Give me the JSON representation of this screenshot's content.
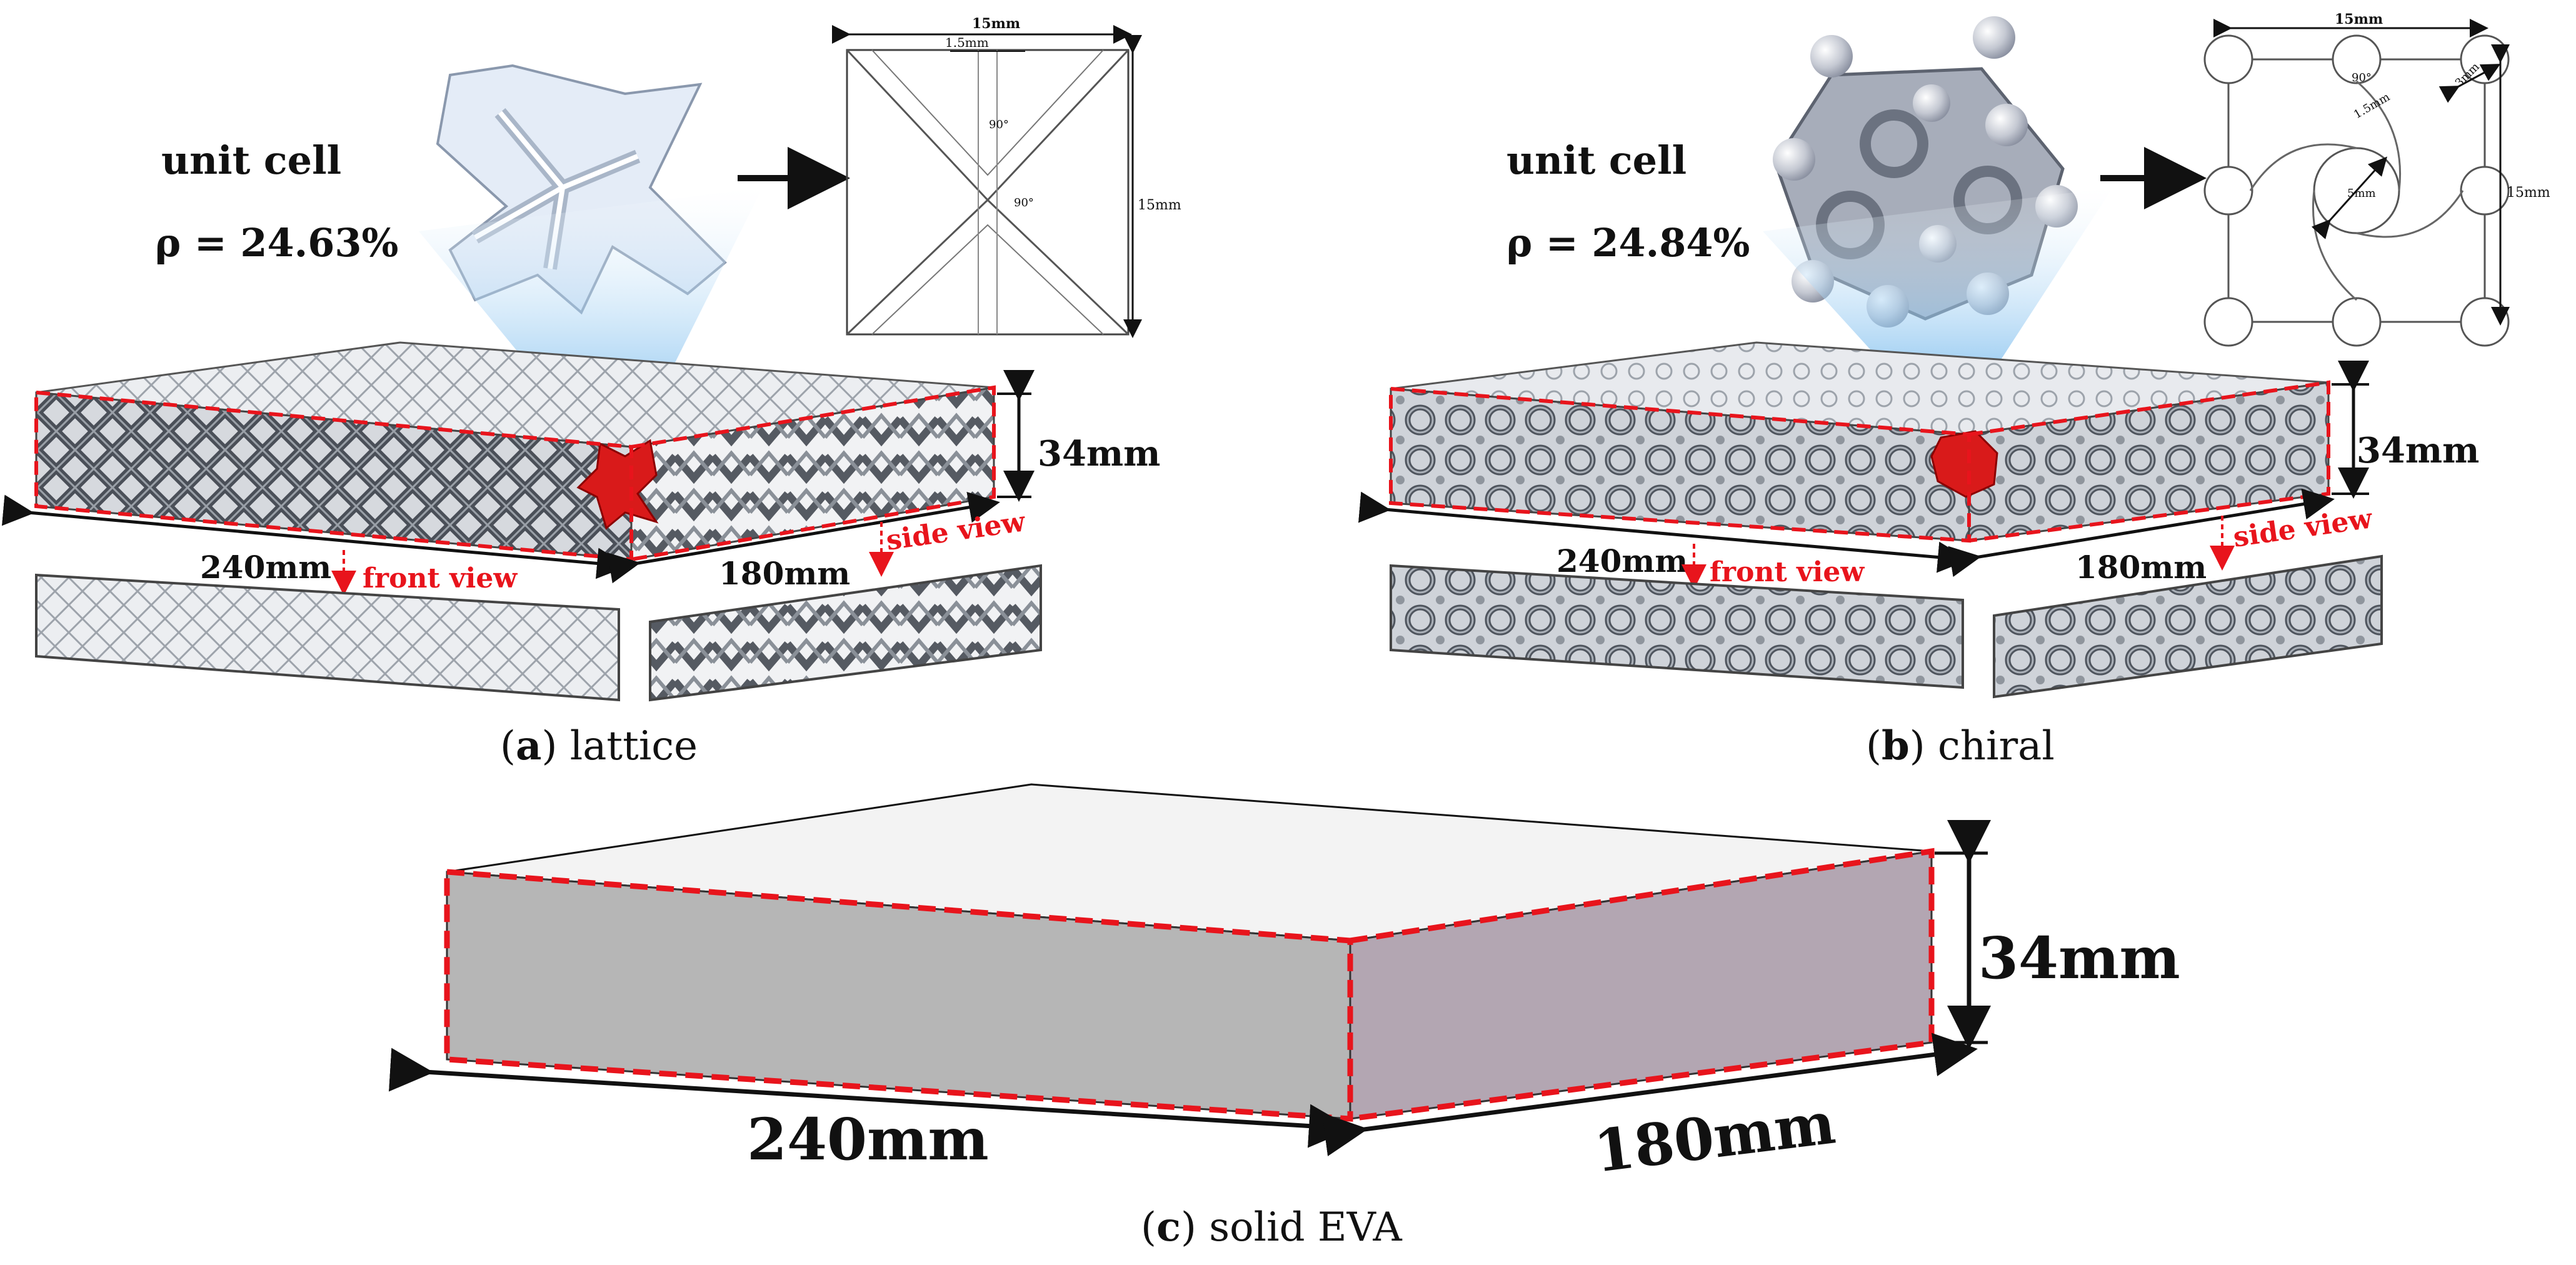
{
  "colors": {
    "dashed_outline": "#e8141c",
    "dimension_line": "#111111",
    "view_label": "#e8141c",
    "unit_cell_highlight": "#d91a1a",
    "projection_beam": "#6ab3e8",
    "lattice_strut": "#4a4f58",
    "solid_front_face": "#b6b6b6",
    "solid_side_face": "#b3a6b2",
    "solid_top_face": "#f3f3f3"
  },
  "panel_a": {
    "unit_cell_label": "unit cell",
    "density": "ρ = 24.63%",
    "drawing_width": "15mm",
    "drawing_strut": "1.5mm",
    "drawing_height": "15mm",
    "angle_1": "90°",
    "angle_2": "90°",
    "thickness": "34mm",
    "length": "240mm",
    "width": "180mm",
    "front_view": "front view",
    "side_view": "side view",
    "caption_letter": "a",
    "caption_text": "lattice"
  },
  "panel_b": {
    "unit_cell_label": "unit cell",
    "density": "ρ = 24.84%",
    "drawing_width": "15mm",
    "drawing_angle": "90°",
    "drawing_strut": "1.5mm",
    "drawing_node": "3mm",
    "drawing_ring": "5mm",
    "drawing_height": "15mm",
    "thickness": "34mm",
    "length": "240mm",
    "width": "180mm",
    "front_view": "front view",
    "side_view": "side view",
    "caption_letter": "b",
    "caption_text": "chiral"
  },
  "panel_c": {
    "thickness": "34mm",
    "length": "240mm",
    "width": "180mm",
    "caption_letter": "c",
    "caption_text": "solid EVA"
  }
}
